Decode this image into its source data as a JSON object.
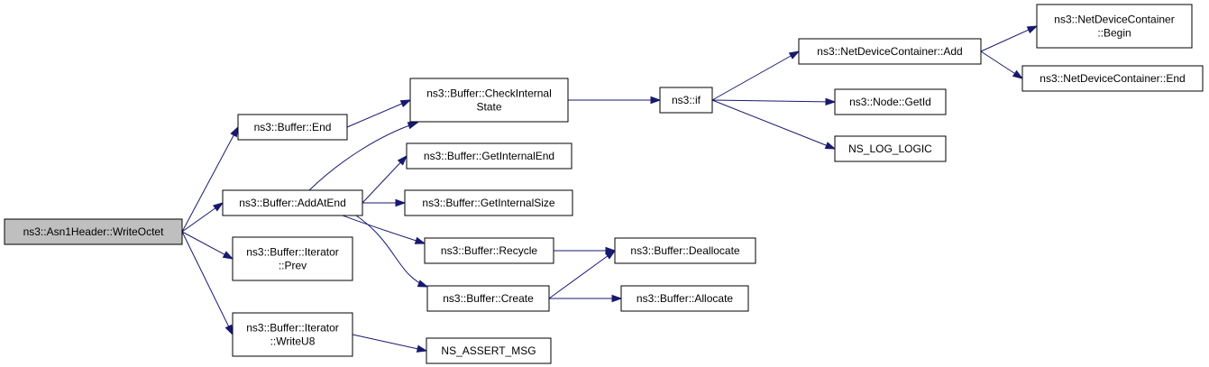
{
  "graph": {
    "colors": {
      "edge": "#191970",
      "node_fill": "#ffffff",
      "root_fill": "#bfbfbf",
      "border": "#000000"
    },
    "nodes": [
      {
        "id": "writeoctet",
        "lines": [
          "ns3::Asn1Header::WriteOctet"
        ],
        "root": true
      },
      {
        "id": "buffer-end",
        "lines": [
          "ns3::Buffer::End"
        ]
      },
      {
        "id": "buffer-addatend",
        "lines": [
          "ns3::Buffer::AddAtEnd"
        ]
      },
      {
        "id": "iterator-prev",
        "lines": [
          "ns3::Buffer::Iterator",
          "::Prev"
        ]
      },
      {
        "id": "iterator-writeu8",
        "lines": [
          "ns3::Buffer::Iterator",
          "::WriteU8"
        ]
      },
      {
        "id": "buffer-checkinternalstate",
        "lines": [
          "ns3::Buffer::CheckInternal",
          "State"
        ]
      },
      {
        "id": "buffer-getinternalend",
        "lines": [
          "ns3::Buffer::GetInternalEnd"
        ]
      },
      {
        "id": "buffer-getinternalsize",
        "lines": [
          "ns3::Buffer::GetInternalSize"
        ]
      },
      {
        "id": "buffer-recycle",
        "lines": [
          "ns3::Buffer::Recycle"
        ]
      },
      {
        "id": "buffer-create",
        "lines": [
          "ns3::Buffer::Create"
        ]
      },
      {
        "id": "ns-assert-msg",
        "lines": [
          "NS_ASSERT_MSG"
        ]
      },
      {
        "id": "ns3-if",
        "lines": [
          "ns3::if"
        ]
      },
      {
        "id": "buffer-deallocate",
        "lines": [
          "ns3::Buffer::Deallocate"
        ]
      },
      {
        "id": "buffer-allocate",
        "lines": [
          "ns3::Buffer::Allocate"
        ]
      },
      {
        "id": "netdevicecontainer-add",
        "lines": [
          "ns3::NetDeviceContainer::Add"
        ]
      },
      {
        "id": "node-getid",
        "lines": [
          "ns3::Node::GetId"
        ]
      },
      {
        "id": "ns-log-logic",
        "lines": [
          "NS_LOG_LOGIC"
        ]
      },
      {
        "id": "netdevicecontainer-begin",
        "lines": [
          "ns3::NetDeviceContainer",
          "::Begin"
        ]
      },
      {
        "id": "netdevicecontainer-end",
        "lines": [
          "ns3::NetDeviceContainer::End"
        ]
      }
    ],
    "edges": [
      {
        "from": "writeoctet",
        "to": "buffer-end"
      },
      {
        "from": "writeoctet",
        "to": "buffer-addatend"
      },
      {
        "from": "writeoctet",
        "to": "iterator-prev"
      },
      {
        "from": "writeoctet",
        "to": "iterator-writeu8"
      },
      {
        "from": "buffer-end",
        "to": "buffer-checkinternalstate"
      },
      {
        "from": "buffer-addatend",
        "to": "buffer-checkinternalstate"
      },
      {
        "from": "buffer-addatend",
        "to": "buffer-getinternalend"
      },
      {
        "from": "buffer-addatend",
        "to": "buffer-getinternalsize"
      },
      {
        "from": "buffer-addatend",
        "to": "buffer-recycle"
      },
      {
        "from": "buffer-addatend",
        "to": "buffer-create"
      },
      {
        "from": "iterator-writeu8",
        "to": "ns-assert-msg"
      },
      {
        "from": "buffer-checkinternalstate",
        "to": "ns3-if"
      },
      {
        "from": "ns3-if",
        "to": "netdevicecontainer-add"
      },
      {
        "from": "ns3-if",
        "to": "node-getid"
      },
      {
        "from": "ns3-if",
        "to": "ns-log-logic"
      },
      {
        "from": "netdevicecontainer-add",
        "to": "netdevicecontainer-begin"
      },
      {
        "from": "netdevicecontainer-add",
        "to": "netdevicecontainer-end"
      },
      {
        "from": "buffer-recycle",
        "to": "buffer-deallocate"
      },
      {
        "from": "buffer-create",
        "to": "buffer-deallocate"
      },
      {
        "from": "buffer-create",
        "to": "buffer-allocate"
      }
    ]
  }
}
